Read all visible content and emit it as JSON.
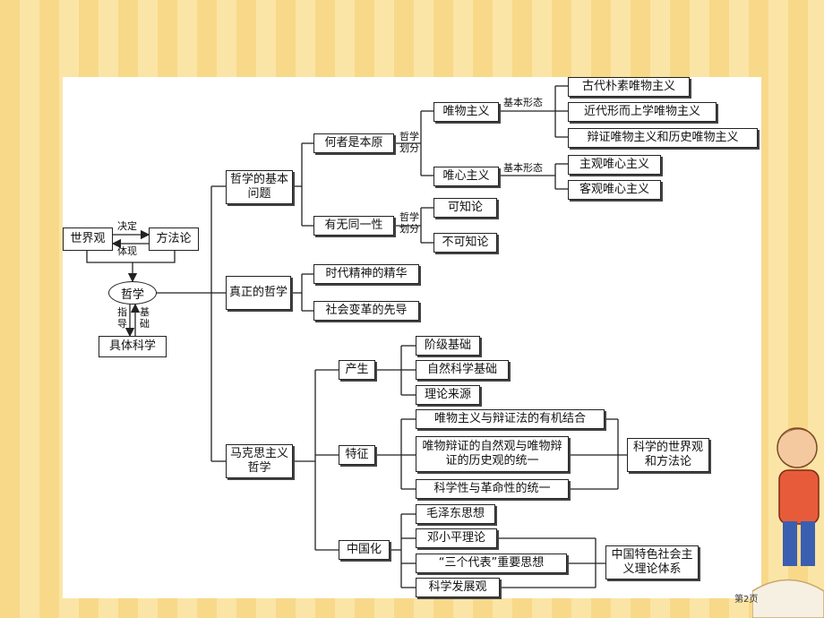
{
  "diagram": {
    "left": {
      "worldview": "世界观",
      "methodology": "方法论",
      "decides": "决定",
      "embodies": "体现",
      "philosophy": "哲学",
      "guides": "指导",
      "basis": "基础",
      "science": "具体科学"
    },
    "basic_question": {
      "title": "哲学的基本问题",
      "origin": "何者是本原",
      "identity": "有无同一性",
      "division_label": "哲学划分",
      "materialism": "唯物主义",
      "idealism": "唯心主义",
      "basic_form": "基本形态",
      "mat_forms": [
        "古代朴素唯物主义",
        "近代形而上学唯物主义",
        "辩证唯物主义和历史唯物主义"
      ],
      "ide_forms": [
        "主观唯心主义",
        "客观唯心主义"
      ],
      "knowable": "可知论",
      "unknowable": "不可知论"
    },
    "true_phil": {
      "title": "真正的哲学",
      "items": [
        "时代精神的精华",
        "社会变革的先导"
      ]
    },
    "marxism": {
      "title": "马克思主义哲学",
      "origin": "产生",
      "origin_items": [
        "阶级基础",
        "自然科学基础",
        "理论来源"
      ],
      "feature": "特征",
      "feature_items": [
        "唯物主义与辩证法的有机结合",
        "唯物辩证的自然观与唯物辩证的历史观的统一",
        "科学性与革命性的统一"
      ],
      "feature_result": "科学的世界观和方法论",
      "sinicization": "中国化",
      "sin_items": [
        "毛泽东思想",
        "邓小平理论",
        "“三个代表”重要思想",
        "科学发展观"
      ],
      "sin_result": "中国特色社会主义理论体系"
    }
  },
  "page_number": "第2页"
}
